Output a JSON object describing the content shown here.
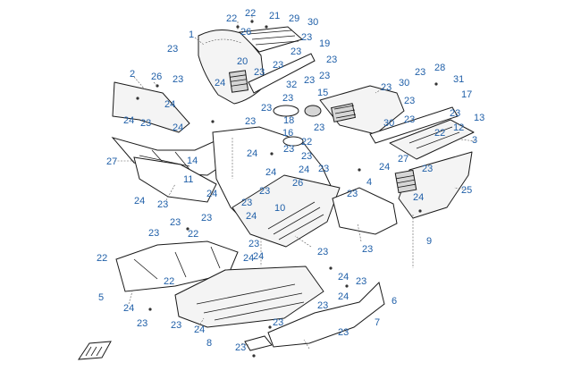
{
  "callouts": [
    {
      "id": "c1",
      "text": "22"
    },
    {
      "id": "c2",
      "text": "22"
    },
    {
      "id": "c3",
      "text": "21"
    },
    {
      "id": "c4",
      "text": "29"
    },
    {
      "id": "c5",
      "text": "30"
    },
    {
      "id": "c6",
      "text": "1"
    },
    {
      "id": "c7",
      "text": "26"
    },
    {
      "id": "c8",
      "text": "23"
    },
    {
      "id": "c9",
      "text": "19"
    },
    {
      "id": "c10",
      "text": "23"
    },
    {
      "id": "c11",
      "text": "23"
    },
    {
      "id": "c12",
      "text": "20"
    },
    {
      "id": "c13",
      "text": "23"
    },
    {
      "id": "c14",
      "text": "23"
    },
    {
      "id": "c15",
      "text": "23"
    },
    {
      "id": "c16",
      "text": "2"
    },
    {
      "id": "c17",
      "text": "26"
    },
    {
      "id": "c18",
      "text": "23"
    },
    {
      "id": "c19",
      "text": "24"
    },
    {
      "id": "c20",
      "text": "23"
    },
    {
      "id": "c21",
      "text": "23"
    },
    {
      "id": "c22",
      "text": "28"
    },
    {
      "id": "c23",
      "text": "31"
    },
    {
      "id": "c24",
      "text": "32"
    },
    {
      "id": "c25",
      "text": "23"
    },
    {
      "id": "c26",
      "text": "15"
    },
    {
      "id": "c27",
      "text": "23"
    },
    {
      "id": "c28",
      "text": "30"
    },
    {
      "id": "c29",
      "text": "17"
    },
    {
      "id": "c30",
      "text": "23"
    },
    {
      "id": "c31",
      "text": "23"
    },
    {
      "id": "c32",
      "text": "24"
    },
    {
      "id": "c33",
      "text": "24"
    },
    {
      "id": "c34",
      "text": "23"
    },
    {
      "id": "c35",
      "text": "24"
    },
    {
      "id": "c36",
      "text": "23"
    },
    {
      "id": "c37",
      "text": "23"
    },
    {
      "id": "c38",
      "text": "18"
    },
    {
      "id": "c39",
      "text": "23"
    },
    {
      "id": "c40",
      "text": "30"
    },
    {
      "id": "c41",
      "text": "23"
    },
    {
      "id": "c42",
      "text": "13"
    },
    {
      "id": "c43",
      "text": "23"
    },
    {
      "id": "c44",
      "text": "16"
    },
    {
      "id": "c45",
      "text": "22"
    },
    {
      "id": "c46",
      "text": "22"
    },
    {
      "id": "c47",
      "text": "12"
    },
    {
      "id": "c48",
      "text": "3"
    },
    {
      "id": "c49",
      "text": "27"
    },
    {
      "id": "c50",
      "text": "24"
    },
    {
      "id": "c51",
      "text": "23"
    },
    {
      "id": "c52",
      "text": "14"
    },
    {
      "id": "c53",
      "text": "24"
    },
    {
      "id": "c54",
      "text": "23"
    },
    {
      "id": "c55",
      "text": "27"
    },
    {
      "id": "c56",
      "text": "24"
    },
    {
      "id": "c57",
      "text": "23"
    },
    {
      "id": "c58",
      "text": "24"
    },
    {
      "id": "c59",
      "text": "23"
    },
    {
      "id": "c60",
      "text": "11"
    },
    {
      "id": "c61",
      "text": "25"
    },
    {
      "id": "c62",
      "text": "23"
    },
    {
      "id": "c63",
      "text": "26"
    },
    {
      "id": "c64",
      "text": "23"
    },
    {
      "id": "c65",
      "text": "24"
    },
    {
      "id": "c66",
      "text": "4"
    },
    {
      "id": "c67",
      "text": "23"
    },
    {
      "id": "c68",
      "text": "23"
    },
    {
      "id": "c69",
      "text": "24"
    },
    {
      "id": "c70",
      "text": "24"
    },
    {
      "id": "c71",
      "text": "23"
    },
    {
      "id": "c72",
      "text": "10"
    },
    {
      "id": "c73",
      "text": "23"
    },
    {
      "id": "c74",
      "text": "24"
    },
    {
      "id": "c75",
      "text": "23"
    },
    {
      "id": "c76",
      "text": "22"
    },
    {
      "id": "c77",
      "text": "23"
    },
    {
      "id": "c78",
      "text": "9"
    },
    {
      "id": "c79",
      "text": "23"
    },
    {
      "id": "c80",
      "text": "24"
    },
    {
      "id": "c81",
      "text": "23"
    },
    {
      "id": "c82",
      "text": "22"
    },
    {
      "id": "c83",
      "text": "24"
    },
    {
      "id": "c84",
      "text": "24"
    },
    {
      "id": "c85",
      "text": "23"
    },
    {
      "id": "c86",
      "text": "5"
    },
    {
      "id": "c87",
      "text": "24"
    },
    {
      "id": "c88",
      "text": "23"
    },
    {
      "id": "c89",
      "text": "24"
    },
    {
      "id": "c90",
      "text": "6"
    },
    {
      "id": "c91",
      "text": "22"
    },
    {
      "id": "c92",
      "text": "23"
    },
    {
      "id": "c93",
      "text": "23"
    },
    {
      "id": "c94",
      "text": "24"
    },
    {
      "id": "c95",
      "text": "23"
    },
    {
      "id": "c96",
      "text": "7"
    },
    {
      "id": "c97",
      "text": "23"
    },
    {
      "id": "c98",
      "text": "8"
    },
    {
      "id": "c99",
      "text": "23"
    }
  ],
  "colors": {
    "callout": "#1f5fa8",
    "line": "#1a1a1a",
    "leader": "#5a5a5a"
  }
}
